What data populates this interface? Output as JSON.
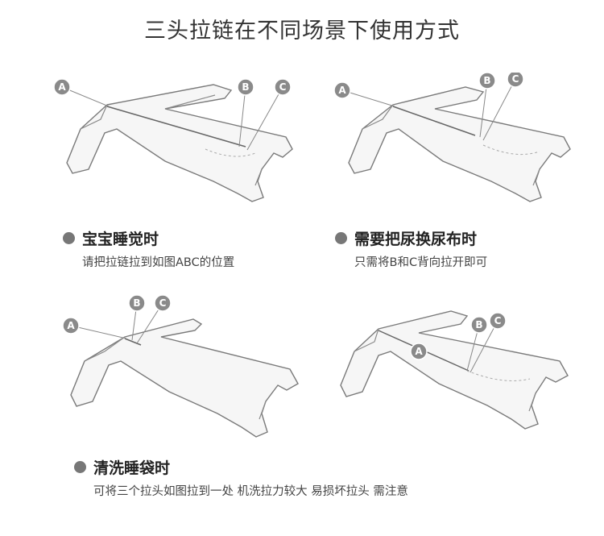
{
  "title": "三头拉链在不同场景下使用方式",
  "panels": [
    {
      "heading": "宝宝睡觉时",
      "description": "请把拉链拉到如图ABC的位置",
      "markers": [
        "A",
        "B",
        "C"
      ]
    },
    {
      "heading": "需要把尿换尿布时",
      "description": "只需将B和C背向拉开即可",
      "markers": [
        "A",
        "B",
        "C"
      ]
    },
    {
      "heading": "清洗睡袋时",
      "description": "可将三个拉头如图拉到一处 机洗拉力较大 易损坏拉头 需注意",
      "markers": [
        "A",
        "B",
        "C"
      ]
    },
    {
      "markers": [
        "A",
        "B",
        "C"
      ]
    }
  ],
  "colors": {
    "marker": "#8a8a8a",
    "bullet": "#777777",
    "outline": "#7a7a7a"
  }
}
